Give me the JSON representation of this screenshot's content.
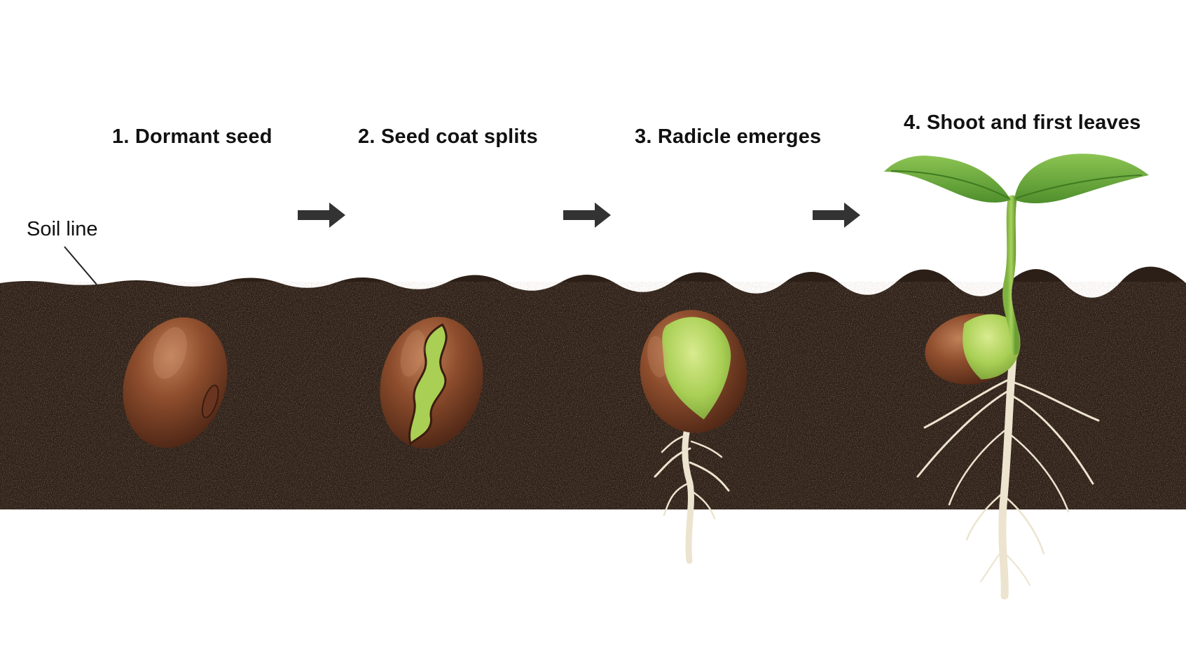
{
  "diagram": {
    "stages": [
      {
        "label": "1. Dormant seed"
      },
      {
        "label": "2. Seed coat splits"
      },
      {
        "label": "3. Radicle emerges"
      },
      {
        "label": "4. Shoot and first leaves"
      }
    ],
    "soil_label": "Soil line",
    "icons": [
      "arrow-right-icon",
      "seed-icon",
      "root-icon",
      "leaf-icon"
    ],
    "colors": {
      "soil": "#2c1f17",
      "seed_coat": "#8a4a2a",
      "cotyledon": "#a9cf55",
      "leaf": "#6aa83a",
      "root": "#ece4cf",
      "arrow": "#333333"
    }
  }
}
